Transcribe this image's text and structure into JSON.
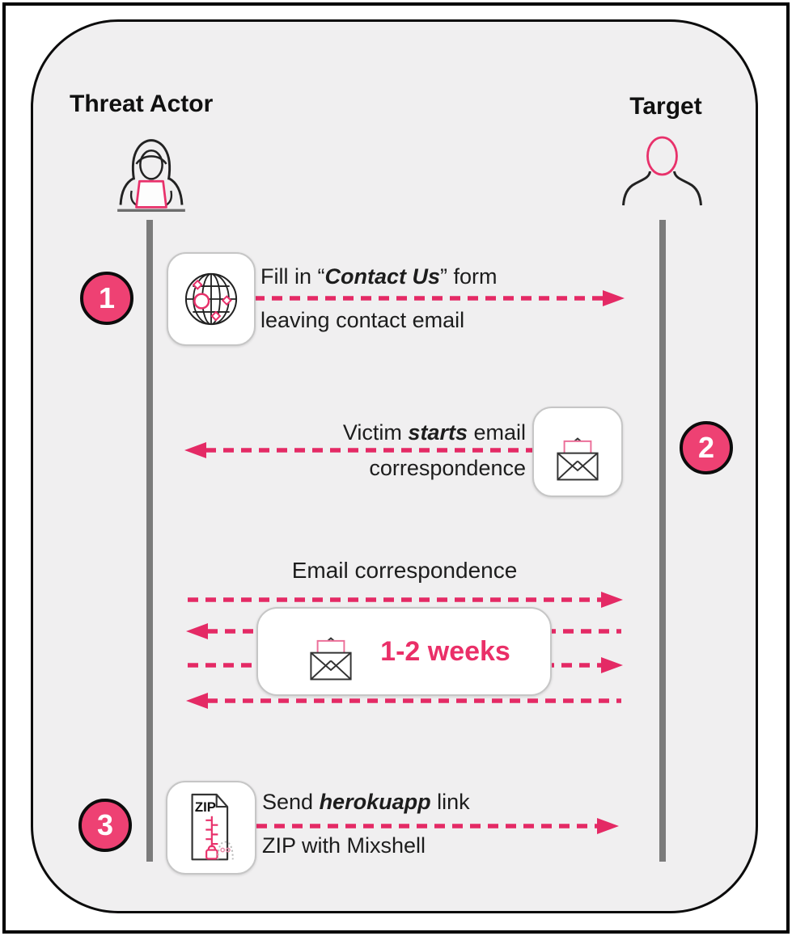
{
  "lanes": {
    "left_label": "Threat Actor",
    "right_label": "Target"
  },
  "steps": {
    "step1": {
      "number": "1",
      "line1_pre": "Fill in “",
      "line1_em": "Contact Us",
      "line1_post": "” form",
      "line2": "leaving contact email",
      "direction": "right"
    },
    "step2": {
      "number": "2",
      "line1_pre": "Victim ",
      "line1_em": "starts",
      "line1_post": " email",
      "line2": "correspondence",
      "direction": "left"
    },
    "middle": {
      "title": "Email correspondence",
      "duration_label": "1-2 weeks",
      "arrow_directions": [
        "right",
        "left",
        "right",
        "left"
      ]
    },
    "step3": {
      "number": "3",
      "line1_pre": "Send ",
      "line1_em": "herokuapp",
      "line1_post": " link",
      "line2": "ZIP with Mixshell",
      "direction": "right"
    }
  },
  "zip_icon_label": "ZIP",
  "icons": {
    "threat_actor": "hooded-hacker-at-laptop-icon",
    "target": "person-silhouette-icon",
    "step1": "globe-network-icon",
    "step2": "open-envelope-letter-icon",
    "middle": "open-envelope-letter-icon",
    "step3": "zip-file-icon"
  },
  "colors": {
    "accent_pink": "#e42a65",
    "badge_pink": "#ee4173",
    "panel_background": "#f0eff0",
    "lifeline_gray": "#7b7b7b",
    "card_border": "#c6c6c6",
    "text_black": "#1c1c1c"
  }
}
